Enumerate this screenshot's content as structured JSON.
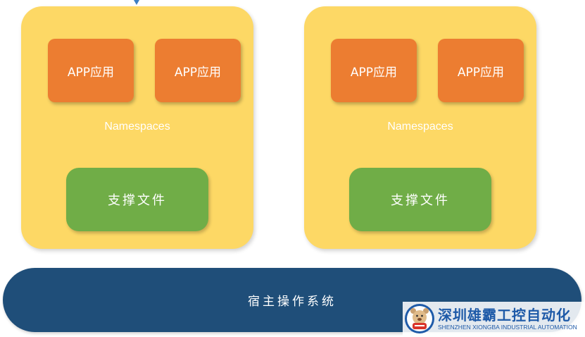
{
  "containers": [
    {
      "apps": [
        {
          "label": "APP应用"
        },
        {
          "label": "APP应用"
        }
      ],
      "namespace_label": "Namespaces",
      "support_label": "支撑文件"
    },
    {
      "apps": [
        {
          "label": "APP应用"
        },
        {
          "label": "APP应用"
        }
      ],
      "namespace_label": "Namespaces",
      "support_label": "支撑文件"
    }
  ],
  "host_os": {
    "label": "宿主操作系统"
  },
  "watermark": {
    "title": "深圳雄霸工控自动化",
    "subtitle": "SHENZHEN XIONGBA INDUSTRIAL AUTOMATION",
    "logo_icon": "bear-mascot-logo"
  },
  "colors": {
    "container": "#fdd865",
    "app": "#ec7d31",
    "support": "#70ad47",
    "host_os": "#1f4e79",
    "watermark_text": "#1e5aa8"
  }
}
